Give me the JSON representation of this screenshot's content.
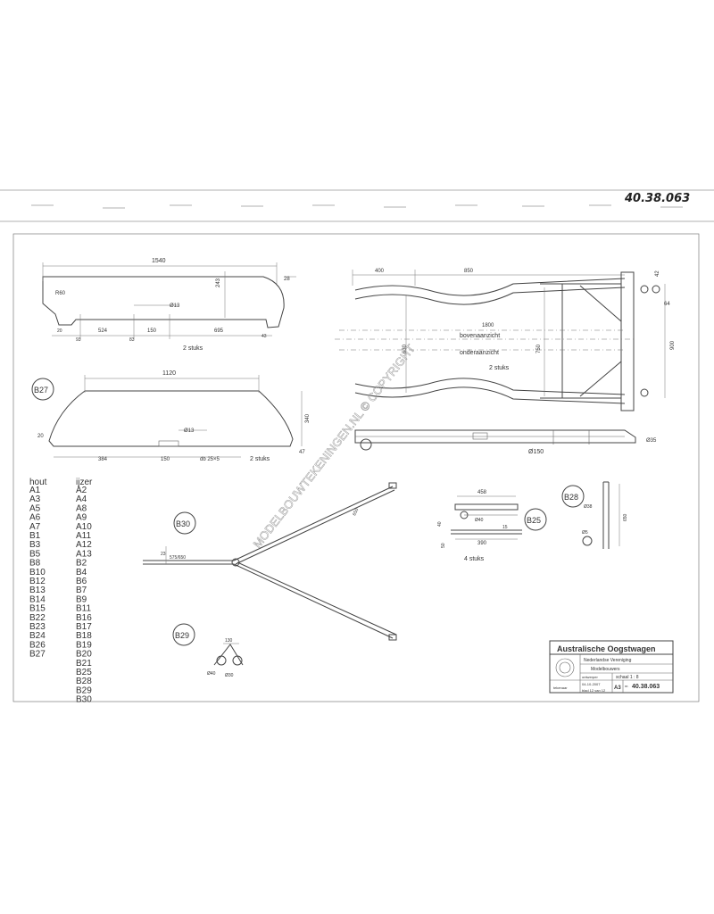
{
  "drawing_number_handwritten": "40.38.063",
  "parts_list": {
    "hout_header": "hout",
    "ijzer_header": "ijzer",
    "hout": [
      "A1",
      "A3",
      "A5",
      "A6",
      "A7",
      "B1",
      "B3",
      "B5",
      "B8",
      "B10",
      "B12",
      "B13",
      "B14",
      "B15",
      "B22",
      "B23",
      "B24",
      "B26",
      "B27"
    ],
    "ijzer": [
      "A2",
      "A4",
      "A8",
      "A9",
      "A10",
      "A11",
      "A12",
      "A13",
      "B2",
      "B4",
      "B6",
      "B7",
      "B9",
      "B11",
      "B16",
      "B17",
      "B18",
      "B19",
      "B20",
      "B21",
      "B25",
      "B28",
      "B29",
      "B30"
    ]
  },
  "views": {
    "top_left": {
      "dims": {
        "length": "1540",
        "height": "243",
        "r1": "R60",
        "hole": "Ø13",
        "d1": "524",
        "d2": "150",
        "d3": "695",
        "d4": "28",
        "small1": "20",
        "small2": "93",
        "small3": "83",
        "small4": "43"
      },
      "qty": "2 stuks"
    },
    "b27": {
      "label": "B27",
      "dims": {
        "length": "1120",
        "height": "340",
        "left": "20",
        "hole": "Ø13",
        "d1": "384",
        "d2": "150",
        "right": "47"
      },
      "note": "db 25×5",
      "qty": "2 stuks"
    },
    "frame": {
      "dims": {
        "d400": "400",
        "d850": "850",
        "d1800": "1800",
        "d630": "630",
        "d750": "750",
        "d900": "900",
        "d64": "64",
        "d42": "42",
        "d150": "Ø150",
        "d35": "Ø35"
      },
      "top_view": "bovenaanzicht",
      "bottom_view": "onderaanzicht",
      "qty": "2 stuks"
    },
    "b30": {
      "label": "B30",
      "dims": {
        "a": "575/650",
        "b": "650",
        "c": "23"
      }
    },
    "b29": {
      "label": "B29",
      "dims": {
        "a": "130",
        "b": "Ø40",
        "c": "Ø30"
      }
    },
    "b25": {
      "label": "B25",
      "dims": {
        "a": "458",
        "b": "40",
        "c": "Ø40",
        "d": "390",
        "e": "50",
        "f": "15"
      },
      "qty": "4 stuks"
    },
    "b28": {
      "label": "B28",
      "dims": {
        "a": "Ø38",
        "b": "650",
        "c": "Ø5"
      }
    }
  },
  "title_block": {
    "title": "Australische Oogstwagen",
    "org_line1": "Nederlandse Vereniging",
    "org_line2": "Modelbouwers",
    "scale_label": "schaal 1 : 8",
    "sheet_size": "A3",
    "number_prefix": "nr.",
    "number": "40.38.063",
    "date": "04-10-2007",
    "row_small1": "ontwerper",
    "row_small2": "tekenaar",
    "row_small3": "blad 12 van 12"
  },
  "watermark": "MODELBOUWTEKENINGEN.NL © COPYRIGHT"
}
